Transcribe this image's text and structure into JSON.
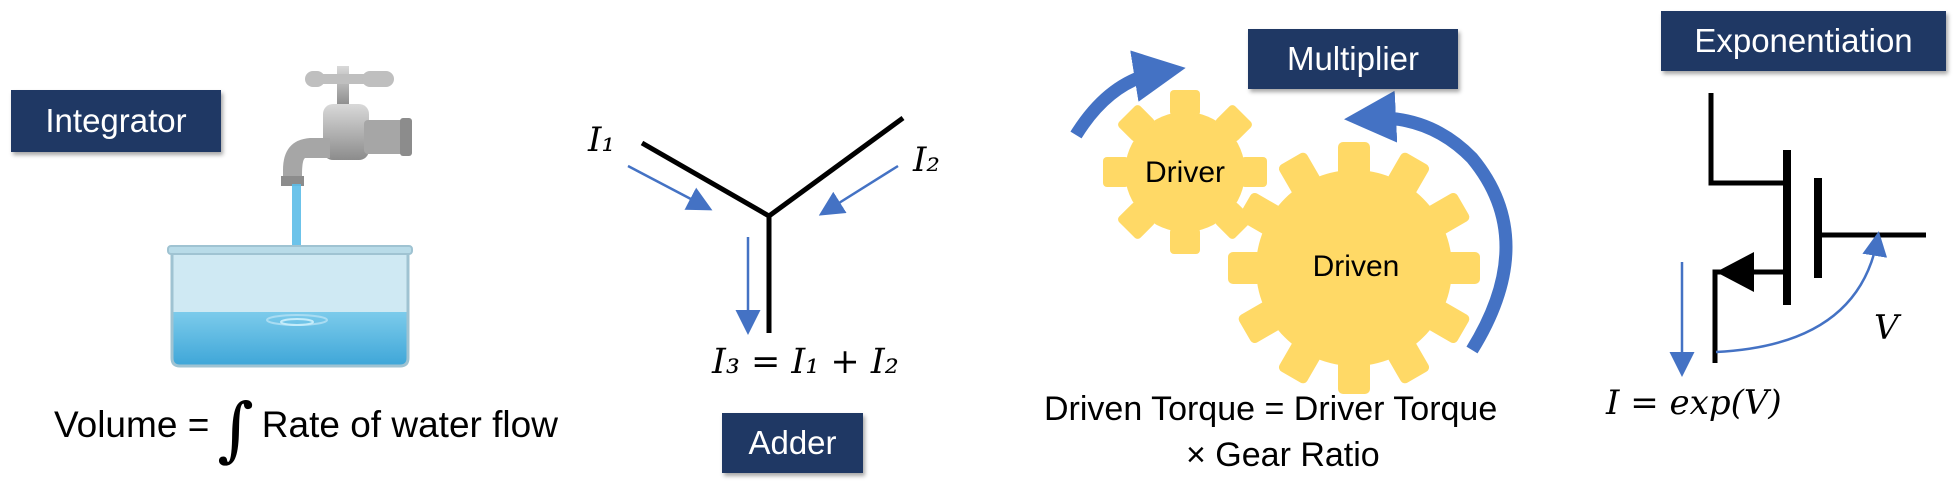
{
  "panels": {
    "integrator": {
      "label": "Integrator",
      "caption_left": "Volume =",
      "integral_sign": "∫",
      "caption_right": "Rate of water flow"
    },
    "adder": {
      "label": "Adder",
      "input1": "I₁",
      "input2": "I₂",
      "equation": "I₃ = I₁ + I₂"
    },
    "multiplier": {
      "label": "Multiplier",
      "driver": "Driver",
      "driven": "Driven",
      "caption_line1": "Driven Torque = Driver Torque",
      "caption_line2": "× Gear Ratio"
    },
    "exponentiation": {
      "label": "Exponentiation",
      "voltage": "V",
      "equation": "I = exp(V)"
    }
  },
  "colors": {
    "label_bg": "#1f3864",
    "arrow_blue": "#4472c4",
    "gear_fill": "#ffd966",
    "water": "#4fb3e0"
  }
}
